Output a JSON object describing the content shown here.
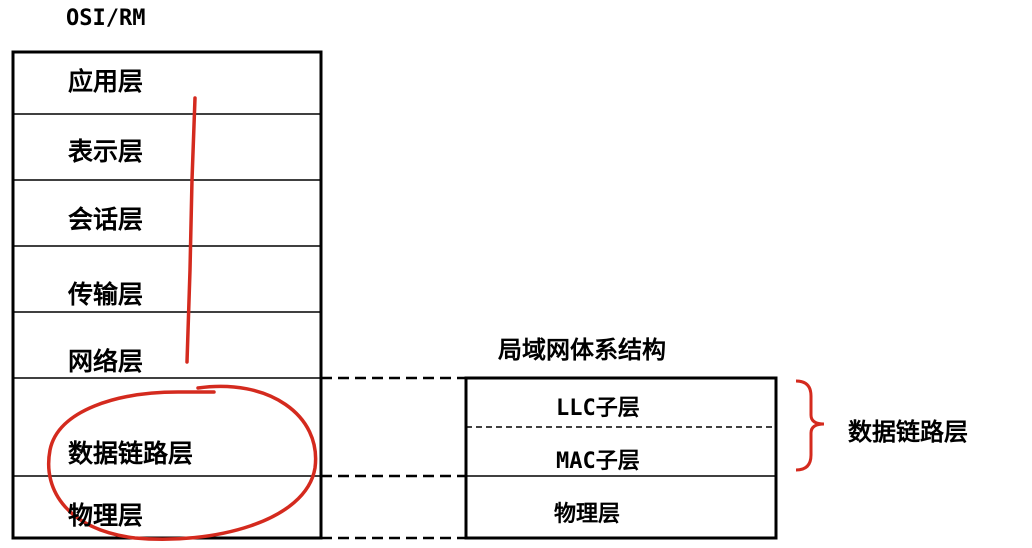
{
  "osi": {
    "title": "OSI/RM",
    "layers": [
      "应用层",
      "表示层",
      "会话层",
      "传输层",
      "网络层",
      "数据链路层",
      "物理层"
    ]
  },
  "lan": {
    "title": "局域网体系结构",
    "sublayer_llc": "LLC子层",
    "sublayer_mac": "MAC子层",
    "physical": "物理层"
  },
  "bracket_label": "数据链路层",
  "colors": {
    "line": "#000000",
    "annotation": "#d42a1e"
  }
}
